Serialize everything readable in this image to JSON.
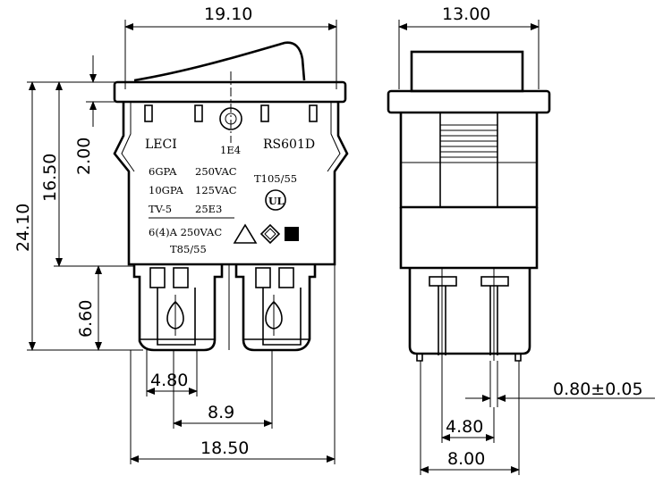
{
  "dimensions": {
    "top_width": "19.10",
    "side_width": "13.00",
    "lever_height": "2.00",
    "body_height": "16.50",
    "total_height": "24.10",
    "terminal_height": "6.60",
    "terminal_pitch_inner": "4.80",
    "terminal_pitch_outer": "8.9",
    "bottom_width": "18.50",
    "pin_thickness": "0.80±0.05",
    "side_pin_pitch": "4.80",
    "side_bottom_width": "8.00"
  },
  "labels": {
    "brand": "LECI",
    "model": "RS601D",
    "code": "1E4",
    "rating1_type": "6GPA",
    "rating1_volt": "250VAC",
    "rating2_type": "10GPA",
    "rating2_volt": "125VAC",
    "rating3_type": "TV-5",
    "rating3_volt": "25E3",
    "rating4": "6(4)A 250VAC",
    "temp_right": "T105/55",
    "temp_bottom": "T85/55"
  }
}
